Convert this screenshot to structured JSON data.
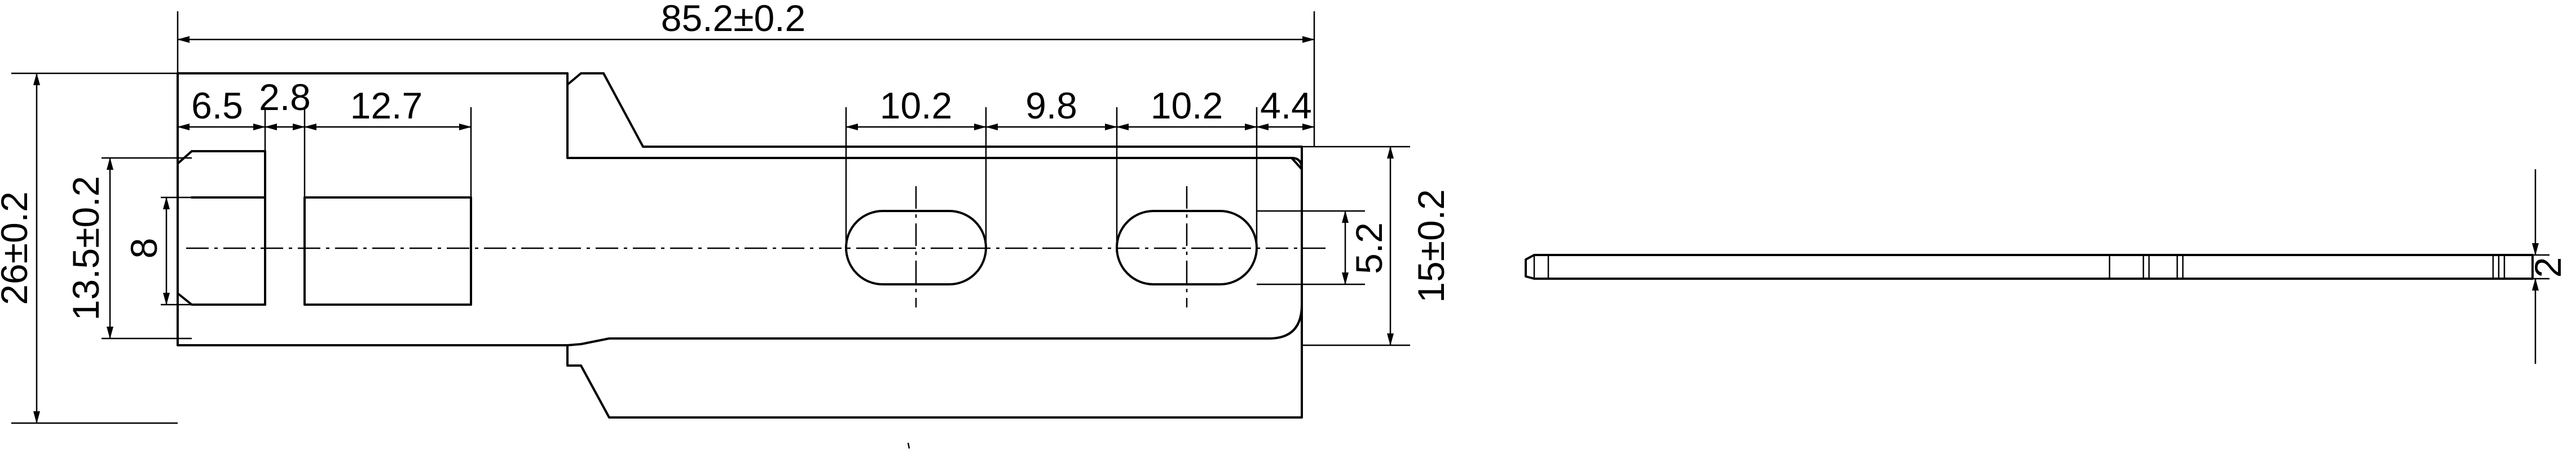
{
  "drawing": {
    "overall_length": "85.2±0.2",
    "overall_width": "26±0.2",
    "inner_width": "13.5±0.2",
    "slot_spacing": "8",
    "dim_6_5": "6.5",
    "dim_2_8": "2.8",
    "dim_12_7": "12.7",
    "slot_length_1": "10.2",
    "slot_gap": "9.8",
    "slot_length_2": "10.2",
    "edge_to_slot": "4.4",
    "slot_width": "5.2",
    "right_width": "15±0.2",
    "thickness": "2"
  }
}
